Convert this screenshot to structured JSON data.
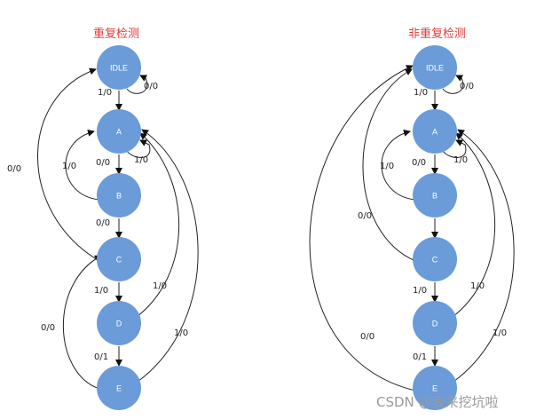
{
  "left": {
    "title": "重复检测",
    "nodes": {
      "idle": "IDLE",
      "a": "A",
      "b": "B",
      "c": "C",
      "d": "D",
      "e": "E"
    },
    "edges": {
      "idle_self": "0/0",
      "idle_a": "1/0",
      "a_b": "0/0",
      "a_self": "1/0",
      "b_a": "1/0",
      "b_c": "0/0",
      "c_idle": "0/0",
      "c_d": "1/0",
      "d_a": "1/0",
      "d_c": "0/0",
      "d_e": "0/1",
      "e_a": "1/0"
    }
  },
  "right": {
    "title": "非重复检测",
    "nodes": {
      "idle": "IDLE",
      "a": "A",
      "b": "B",
      "c": "C",
      "d": "D",
      "e": "E"
    },
    "edges": {
      "idle_self": "0/0",
      "idle_a": "1/0",
      "a_b": "0/0",
      "a_self": "1/0",
      "b_a": "1/0",
      "c_idle": "0/0",
      "c_d": "1/0",
      "d_a": "1/0",
      "d_e": "0/1",
      "e_idle": "0/0",
      "e_a": "1/0"
    }
  },
  "watermark": "CSDN @我来挖坑啦"
}
